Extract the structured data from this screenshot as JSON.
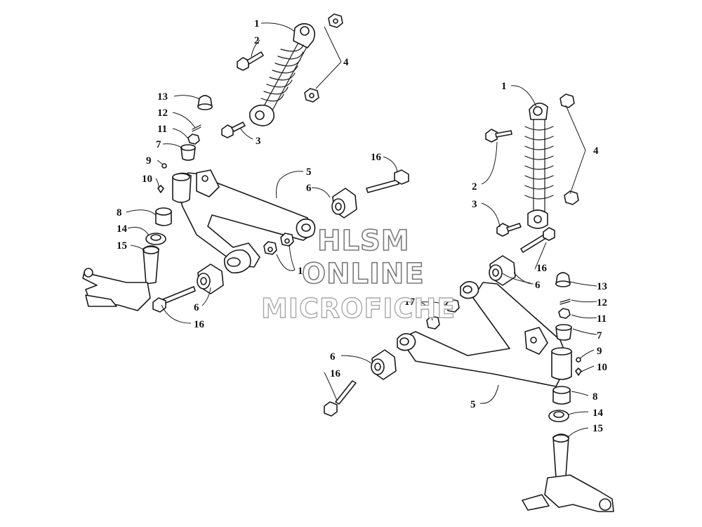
{
  "watermark": {
    "line1": "HLSM",
    "line2": "ONLINE",
    "line3": "MICROFICHE"
  },
  "left_callouts": [
    {
      "id": "l1",
      "text": "1"
    },
    {
      "id": "l2",
      "text": "2"
    },
    {
      "id": "l3",
      "text": "3"
    },
    {
      "id": "l4",
      "text": "4"
    },
    {
      "id": "l5",
      "text": "5"
    },
    {
      "id": "l6a",
      "text": "6"
    },
    {
      "id": "l6b",
      "text": "6"
    },
    {
      "id": "l7",
      "text": "7"
    },
    {
      "id": "l8",
      "text": "8"
    },
    {
      "id": "l9",
      "text": "9"
    },
    {
      "id": "l10",
      "text": "10"
    },
    {
      "id": "l11",
      "text": "11"
    },
    {
      "id": "l12",
      "text": "12"
    },
    {
      "id": "l13",
      "text": "13"
    },
    {
      "id": "l14",
      "text": "14"
    },
    {
      "id": "l15",
      "text": "15"
    },
    {
      "id": "l16a",
      "text": "16"
    },
    {
      "id": "l16b",
      "text": "16"
    },
    {
      "id": "l17",
      "text": "17"
    }
  ],
  "right_callouts": [
    {
      "id": "r1",
      "text": "1"
    },
    {
      "id": "r2",
      "text": "2"
    },
    {
      "id": "r3",
      "text": "3"
    },
    {
      "id": "r4",
      "text": "4"
    },
    {
      "id": "r5",
      "text": "5"
    },
    {
      "id": "r6a",
      "text": "6"
    },
    {
      "id": "r6b",
      "text": "6"
    },
    {
      "id": "r7",
      "text": "7"
    },
    {
      "id": "r8",
      "text": "8"
    },
    {
      "id": "r9",
      "text": "9"
    },
    {
      "id": "r10",
      "text": "10"
    },
    {
      "id": "r11",
      "text": "11"
    },
    {
      "id": "r12",
      "text": "12"
    },
    {
      "id": "r13",
      "text": "13"
    },
    {
      "id": "r14",
      "text": "14"
    },
    {
      "id": "r15",
      "text": "15"
    },
    {
      "id": "r16a",
      "text": "16"
    },
    {
      "id": "r16b",
      "text": "16"
    },
    {
      "id": "r17",
      "text": "17"
    }
  ]
}
